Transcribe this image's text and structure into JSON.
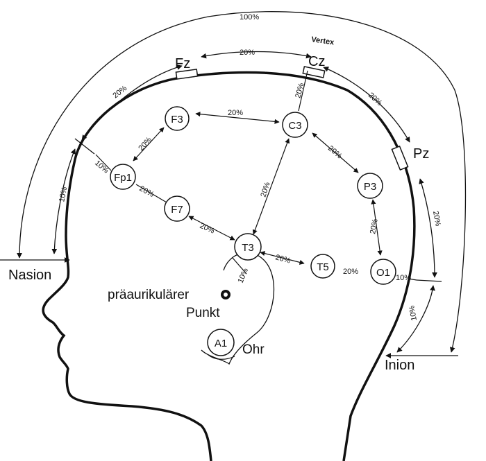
{
  "labels": {
    "total": "100%",
    "vertex": "Vertex",
    "nasion": "Nasion",
    "inion": "Inion",
    "preauricular_line1": "präaurikulärer",
    "preauricular_line2": "Punkt",
    "ear": "Ohr"
  },
  "electrodes": {
    "fz": "Fz",
    "cz": "Cz",
    "pz": "Pz",
    "f3": "F3",
    "c3": "C3",
    "p3": "P3",
    "fp1": "Fp1",
    "f7": "F7",
    "t3": "T3",
    "t5": "T5",
    "o1": "O1",
    "a1": "A1"
  },
  "percentages": {
    "fz_cz": "20%",
    "nasion_fz": "20%",
    "cz_pz": "20%",
    "nasion_fp1_10": "10%",
    "pz_inion": "20%",
    "inion_10": "10%",
    "f3_c3": "20%",
    "fp1_f3": "20%",
    "fz_c3": "20%",
    "c3_p3": "20%",
    "fp1_10": "10%",
    "fp1_f7": "20%",
    "c3_t3": "20%",
    "f7_t3": "20%",
    "p3_o1": "20%",
    "t3_t5": "20%",
    "t5_o1": "20%",
    "o1_10": "10%",
    "t3_ear": "10%"
  }
}
